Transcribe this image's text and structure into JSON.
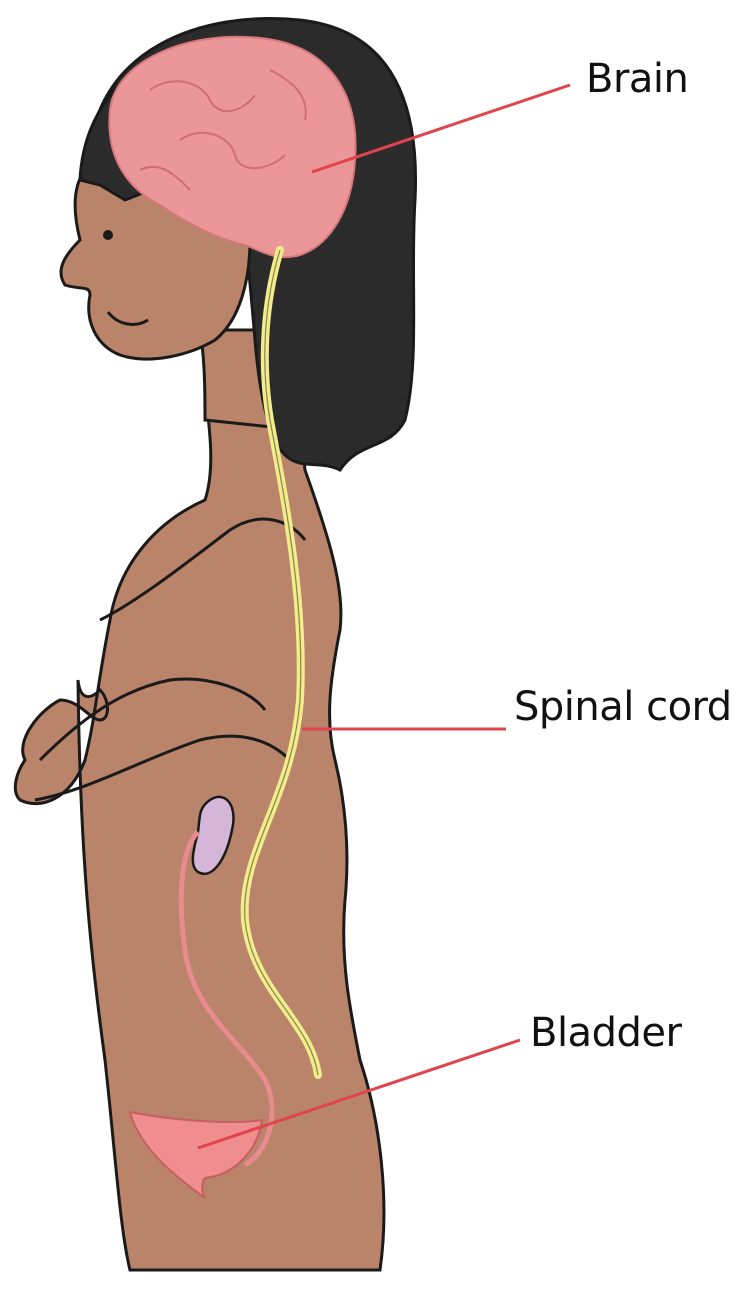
{
  "labels": {
    "brain": "Brain",
    "spinal_cord": "Spinal cord",
    "bladder": "Bladder"
  },
  "colors": {
    "skin": "#b98469",
    "skin_shadow": "#a87358",
    "hair": "#2b2b2b",
    "brain": "#eb9698",
    "spinal_cord": "#f3ec8a",
    "kidney": "#d6b6d8",
    "ureter": "#e88a8f",
    "bladder": "#ef8d8f",
    "leader_line": "#e0444c",
    "outline": "#1a1a1a"
  }
}
